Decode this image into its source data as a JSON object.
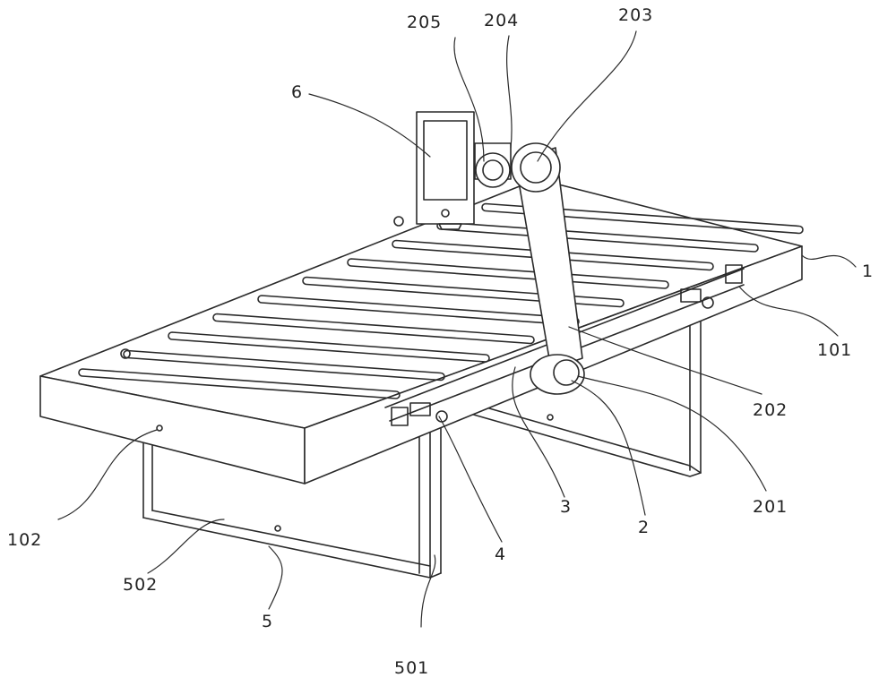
{
  "figure": {
    "labels": {
      "l205": "205",
      "l204": "204",
      "l203": "203",
      "l6": "6",
      "l1": "1",
      "l101": "101",
      "l202": "202",
      "l201": "201",
      "l2": "2",
      "l3": "3",
      "l4": "4",
      "l102": "102",
      "l502": "502",
      "l5": "5",
      "l501": "501"
    },
    "line_color": "#2a2a2a"
  }
}
